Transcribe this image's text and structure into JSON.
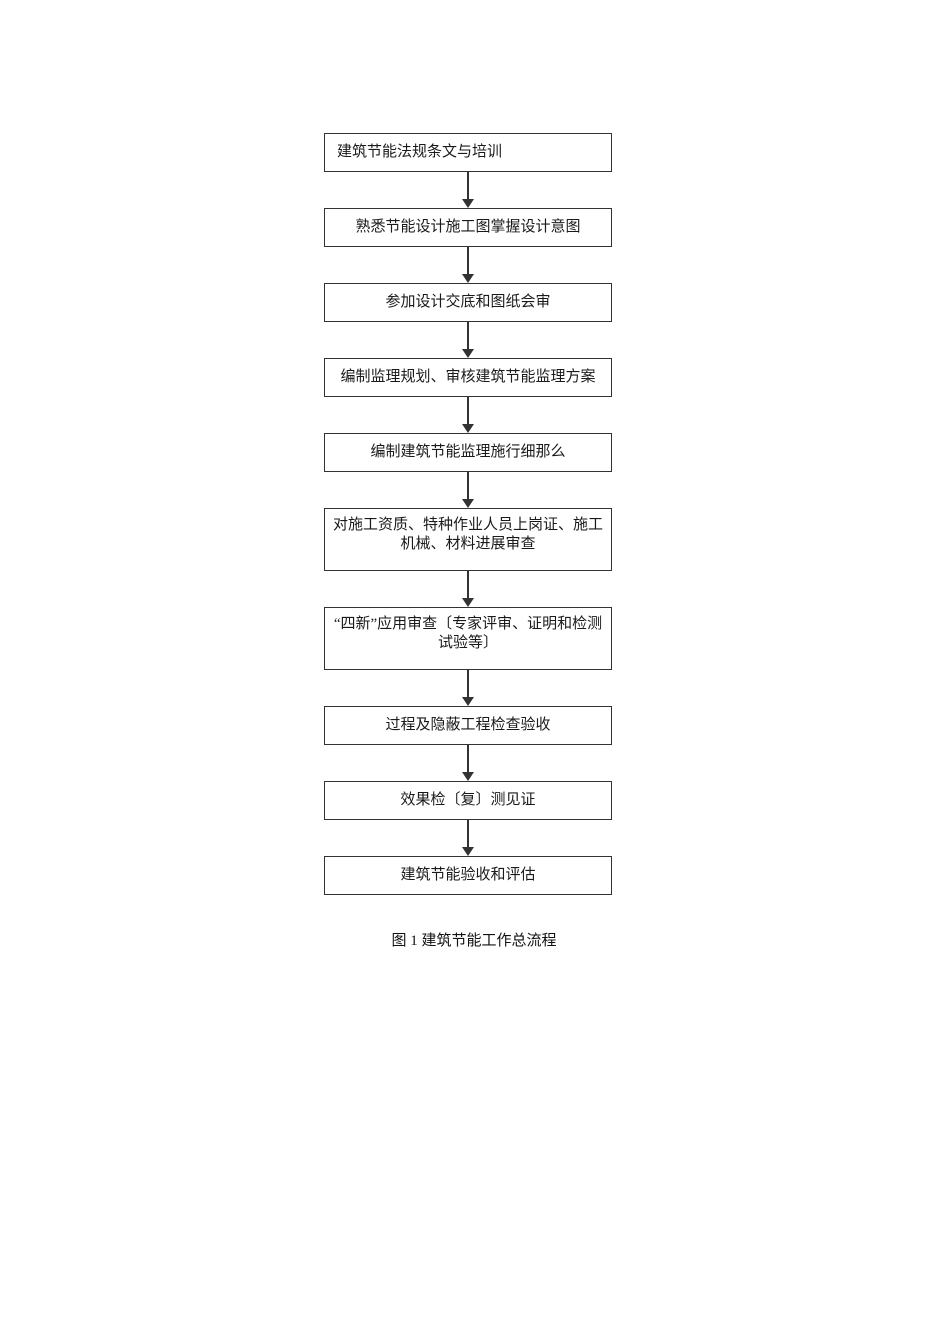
{
  "figure": {
    "caption": "图 1 建筑节能工作总流程",
    "colors": {
      "background": "#ffffff",
      "box_border": "#333333",
      "arrow": "#333333",
      "text": "#1a1a1a"
    },
    "steps": [
      {
        "label": "建筑节能法规条文与培训"
      },
      {
        "label": "熟悉节能设计施工图掌握设计意图"
      },
      {
        "label": "参加设计交底和图纸会审"
      },
      {
        "label": "编制监理规划、审核建筑节能监理方案"
      },
      {
        "label": "编制建筑节能监理施行细那么"
      },
      {
        "label": "对施工资质、特种作业人员上岗证、施工机械、材料进展审查"
      },
      {
        "label": "“四新”应用审查〔专家评审、证明和检测试验等〕"
      },
      {
        "label": "过程及隐蔽工程检查验收"
      },
      {
        "label": "效果检〔复〕测见证"
      },
      {
        "label": "建筑节能验收和评估"
      }
    ]
  }
}
